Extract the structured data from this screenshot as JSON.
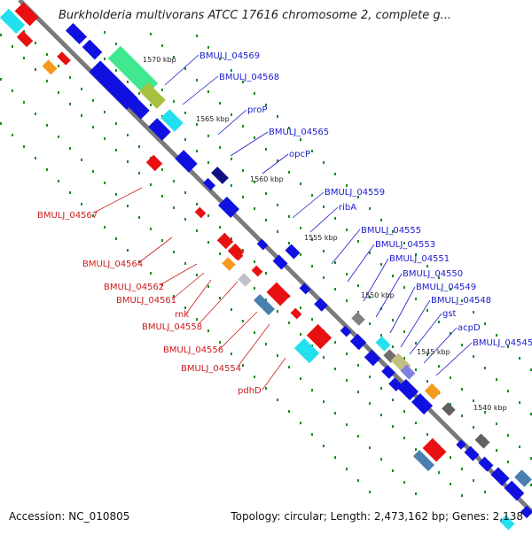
{
  "title": "Burkholderia multivorans ATCC 17616 chromosome 2, complete g...",
  "footer": {
    "accession": "Accession: NC_010805",
    "topology": "Topology: circular; Length: 2,473,162 bp; Genes: 2,138"
  },
  "colors": {
    "backbone": "#7a7a7a",
    "forward_label": "#1c1ccc",
    "reverse_label": "#cc1c1c",
    "blue": "#1010e0",
    "red": "#e81010",
    "cyan": "#22e0ee",
    "orange": "#f59a1c",
    "gray": "#707070",
    "ruler_dots": "#1f8a1f"
  },
  "ticks": [
    "1570 kbp",
    "1565 kbp",
    "1560 kbp",
    "1555 kbp",
    "1550 kbp",
    "1545 kbp",
    "1540 kbp"
  ],
  "forward_labels": [
    "BMULJ_04569",
    "BMULJ_04568",
    "proP",
    "BMULJ_04565",
    "opcP",
    "BMULJ_04559",
    "ribA",
    "BMULJ_04555",
    "BMULJ_04553",
    "BMULJ_04551",
    "BMULJ_04550",
    "BMULJ_04549",
    "BMULJ_04548",
    "gst",
    "acpD",
    "BMULJ_04545"
  ],
  "reverse_labels": [
    "BMULJ_04567",
    "BMULJ_04564",
    "BMULJ_04562",
    "BMULJ_04561",
    "rnk",
    "BMULJ_04558",
    "BMULJ_04556",
    "BMULJ_04554",
    "pdhD"
  ]
}
